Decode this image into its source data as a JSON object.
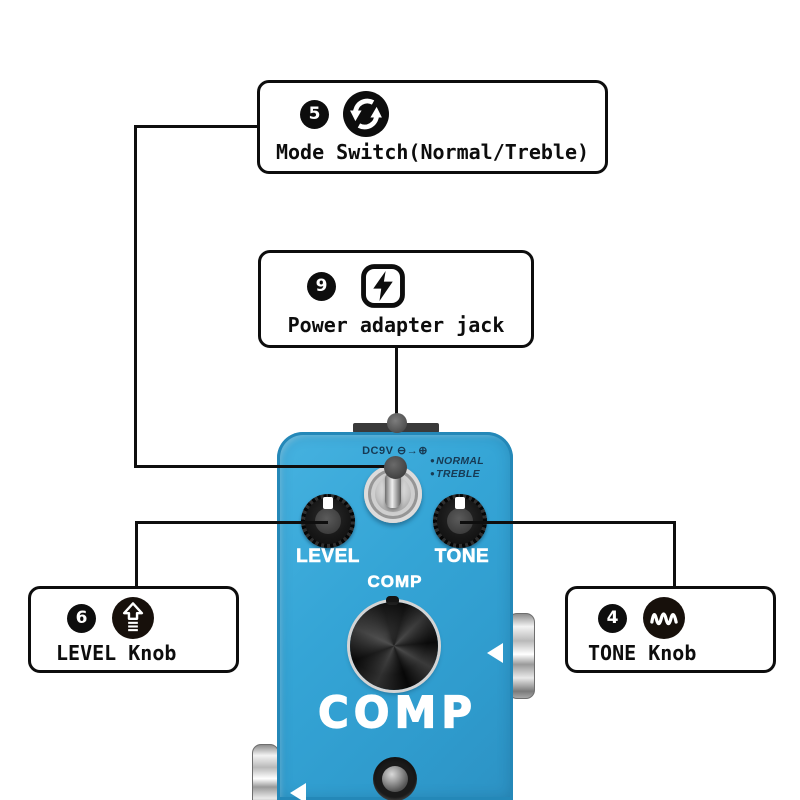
{
  "colors": {
    "background": "#ffffff",
    "ink": "#0d0d0d",
    "pedal_blue": "#33a2d3",
    "pedal_blue_edge": "#2488b8",
    "print_navy": "#173a54",
    "print_white": "#ffffff"
  },
  "callouts": {
    "mode_switch": {
      "number": "5",
      "icon": "sync-icon",
      "label": "Mode Switch(Normal/Treble)"
    },
    "power_jack": {
      "number": "9",
      "icon": "lightning-icon",
      "label": "Power adapter jack"
    },
    "level_knob": {
      "number": "6",
      "icon": "level-up-icon",
      "label": "LEVEL Knob"
    },
    "tone_knob": {
      "number": "4",
      "icon": "wave-icon",
      "label": "TONE Knob"
    }
  },
  "pedal": {
    "power_print": "DC9V ⊖→⊕",
    "mode_options": [
      {
        "bullet": "●",
        "label": "NORMAL"
      },
      {
        "bullet": "●",
        "label": "TREBLE"
      }
    ],
    "knobs": [
      {
        "label": "LEVEL"
      },
      {
        "label": "TONE"
      }
    ],
    "effect_title": "COMP",
    "model_name": "COMP"
  }
}
